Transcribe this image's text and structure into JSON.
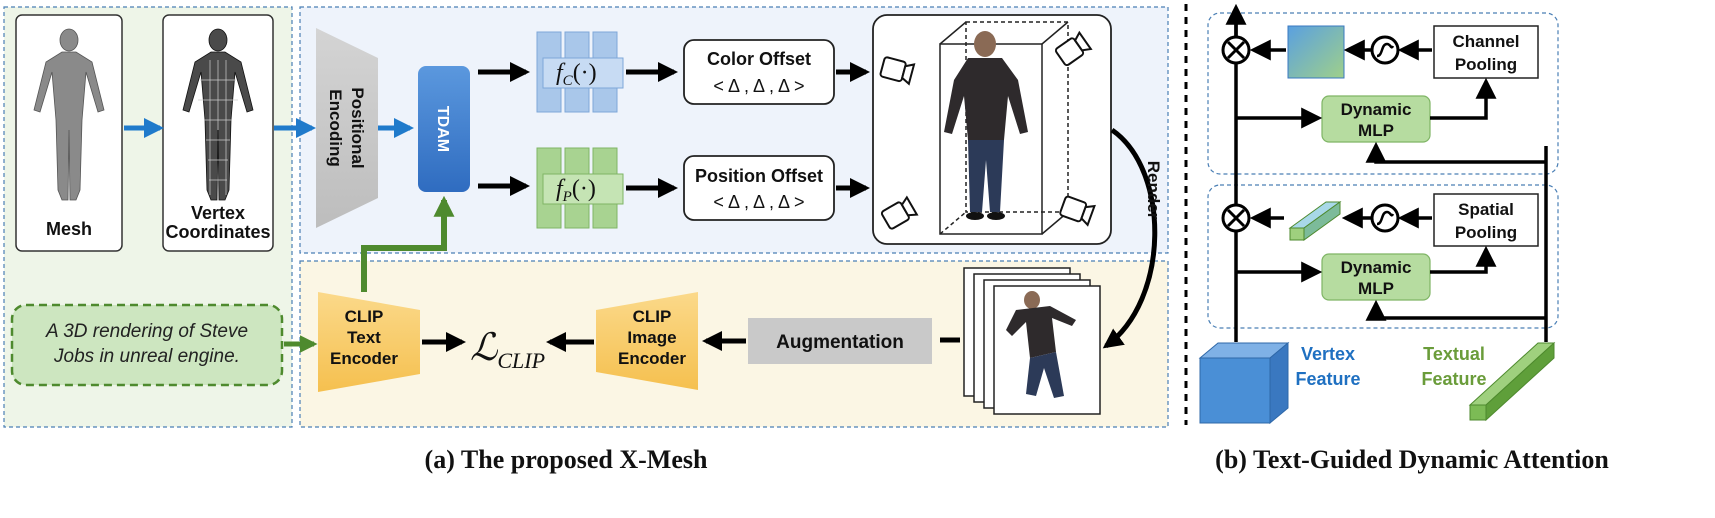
{
  "left_panel": {
    "mesh_label": "Mesh",
    "vertex_label_1": "Vertex",
    "vertex_label_2": "Coordinates",
    "prompt_line_1": "A 3D rendering of Steve",
    "prompt_line_2": "Jobs in unreal engine."
  },
  "pipeline": {
    "positional_line_1": "Positional",
    "positional_line_2": "Encoding",
    "tdam_label": "TDAM",
    "fc_main": "f",
    "fc_sub": "C",
    "fc_arg": "(·)",
    "fp_main": "f",
    "fp_sub": "P",
    "fp_arg": "(·)",
    "color_offset_title": "Color Offset",
    "color_offset_value": "< Δ  , Δ  , Δ  >",
    "position_offset_title": "Position Offset",
    "position_offset_value": "< Δ  , Δ  , Δ  >",
    "render_label": "Render"
  },
  "bottom_row": {
    "clip_text_1": "CLIP",
    "clip_text_2": "Text",
    "clip_text_3": "Encoder",
    "loss_main": "ℒ",
    "loss_sub": "CLIP",
    "clip_image_1": "CLIP",
    "clip_image_2": "Image",
    "clip_image_3": "Encoder",
    "augmentation_label": "Augmentation"
  },
  "right_panel": {
    "channel_pool_1": "Channel",
    "channel_pool_2": "Pooling",
    "spatial_pool_1": "Spatial",
    "spatial_pool_2": "Pooling",
    "dyn_mlp_top_1": "Dynamic",
    "dyn_mlp_top_2": "MLP",
    "dyn_mlp_bot_1": "Dynamic",
    "dyn_mlp_bot_2": "MLP",
    "multiply_symbol": "⊗",
    "sigmoid_symbol": "∫",
    "vertex_feature_1": "Vertex",
    "vertex_feature_2": "Feature",
    "textual_feature_1": "Textual",
    "textual_feature_2": "Feature"
  },
  "captions": {
    "left": "(a) The proposed X-Mesh",
    "right": "(b) Text-Guided Dynamic Attention"
  },
  "colors": {
    "blue_arrow": "#1f7acb",
    "green_arrow": "#4e8a2e",
    "tdam_blue": "#3f7fd0",
    "clip_yellow": "#f9cf6e",
    "mlp_green": "#b6dca0",
    "vertex_blue": "#4a8fd6",
    "text_blue": "#1f70c1",
    "text_green": "#6a9c3a"
  }
}
